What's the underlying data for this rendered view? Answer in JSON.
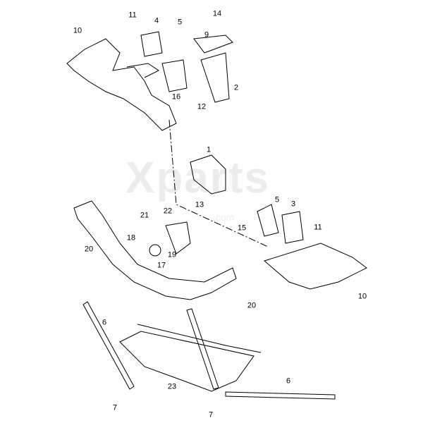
{
  "watermark": {
    "text": "Xparts",
    "sub": ".com"
  },
  "callouts": [
    {
      "id": "11"
    },
    {
      "id": "4"
    },
    {
      "id": "5"
    },
    {
      "id": "14"
    },
    {
      "id": "9"
    },
    {
      "id": "10"
    },
    {
      "id": "16"
    },
    {
      "id": "2"
    },
    {
      "id": "12"
    },
    {
      "id": "1"
    },
    {
      "id": "5"
    },
    {
      "id": "3"
    },
    {
      "id": "13"
    },
    {
      "id": "21"
    },
    {
      "id": "22"
    },
    {
      "id": "18"
    },
    {
      "id": "15"
    },
    {
      "id": "11"
    },
    {
      "id": "19"
    },
    {
      "id": "20"
    },
    {
      "id": "17"
    },
    {
      "id": "20"
    },
    {
      "id": "10"
    },
    {
      "id": "6"
    },
    {
      "id": "23"
    },
    {
      "id": "6"
    },
    {
      "id": "7"
    },
    {
      "id": "7"
    }
  ]
}
